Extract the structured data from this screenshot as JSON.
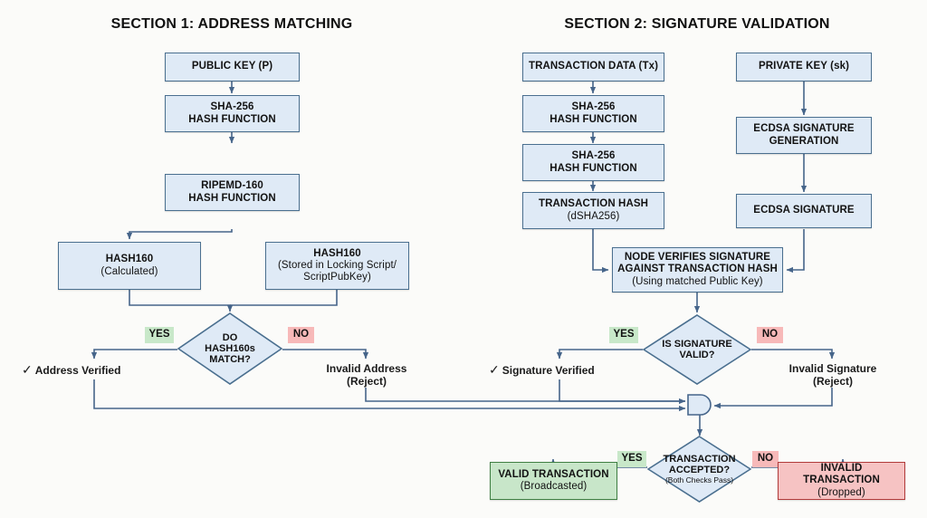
{
  "titles": {
    "section1": "SECTION 1: ADDRESS MATCHING",
    "section2": "SECTION 2: SIGNATURE VALIDATION"
  },
  "section1": {
    "public_key": "PUBLIC KEY (P)",
    "sha256_line1": "SHA-256",
    "sha256_line2": "HASH FUNCTION",
    "ripemd_line1": "RIPEMD-160",
    "ripemd_line2": "HASH FUNCTION",
    "hash160_calc_line1": "HASH160",
    "hash160_calc_line2": "(Calculated)",
    "hash160_stored_line1": "HASH160",
    "hash160_stored_line2": "(Stored in Locking Script/",
    "hash160_stored_line3": "ScriptPubKey)",
    "decision_line1": "DO",
    "decision_line2": "HASH160s",
    "decision_line3": "MATCH?",
    "yes_tag": "YES",
    "no_tag": "NO",
    "verified_text": "Address Verified",
    "verified_check": "✓",
    "invalid_line1": "Invalid Address",
    "invalid_line2": "(Reject)"
  },
  "section2": {
    "tx_data": "TRANSACTION DATA (Tx)",
    "sha256a_line1": "SHA-256",
    "sha256a_line2": "HASH FUNCTION",
    "sha256b_line1": "SHA-256",
    "sha256b_line2": "HASH FUNCTION",
    "tx_hash_line1": "TRANSACTION HASH",
    "tx_hash_line2": "(dSHA256)",
    "private_key": "PRIVATE KEY (sk)",
    "ecdsa_gen_line1": "ECDSA SIGNATURE",
    "ecdsa_gen_line2": "GENERATION",
    "ecdsa_sig": "ECDSA SIGNATURE",
    "node_verify_line1": "NODE VERIFIES SIGNATURE",
    "node_verify_line2": "AGAINST TRANSACTION HASH",
    "node_verify_line3": "(Using matched Public Key)",
    "decision_line1": "IS SIGNATURE",
    "decision_line2": "VALID?",
    "yes_tag": "YES",
    "no_tag": "NO",
    "verified_text": "Signature Verified",
    "verified_check": "✓",
    "invalid_line1": "Invalid Signature",
    "invalid_line2": "(Reject)"
  },
  "final": {
    "gate_name": "and-gate",
    "decision_line1": "TRANSACTION",
    "decision_line2": "ACCEPTED?",
    "decision_line3": "(Both Checks Pass)",
    "yes_tag": "YES",
    "no_tag": "NO",
    "valid_line1": "VALID TRANSACTION",
    "valid_line2": "(Broadcasted)",
    "invalid_line1": "INVALID TRANSACTION",
    "invalid_line2": "(Dropped)"
  },
  "colors": {
    "box_fill": "#dfeaf6",
    "box_stroke": "#4a6f8f",
    "green_fill": "#c8e6c9",
    "green_stroke": "#3f7f43",
    "red_fill": "#f6c3c3",
    "red_stroke": "#b13b3b",
    "yes_tag": "#c8e8c9",
    "no_tag": "#f7b9b9",
    "line": "#46658a",
    "background": "#fbfbf9"
  }
}
